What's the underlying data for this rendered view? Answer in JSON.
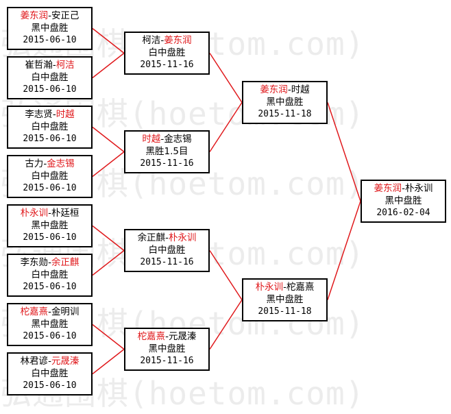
{
  "watermark": "弘通围棋(hoetom.com)",
  "colors": {
    "line": "#e0191c",
    "winner": "#e0191c",
    "border": "#000000"
  },
  "matches": {
    "r1_1": {
      "a": "姜东润",
      "b": "安正己",
      "winner": "a",
      "result": "黑中盘胜",
      "date": "2015-06-10"
    },
    "r1_2": {
      "a": "崔哲瀚",
      "b": "柯洁",
      "winner": "b",
      "result": "白中盘胜",
      "date": "2015-06-10"
    },
    "r1_3": {
      "a": "李志贤",
      "b": "时越",
      "winner": "b",
      "result": "白中盘胜",
      "date": "2015-06-10"
    },
    "r1_4": {
      "a": "古力",
      "b": "金志锡",
      "winner": "b",
      "result": "白中盘胜",
      "date": "2015-06-10"
    },
    "r1_5": {
      "a": "朴永训",
      "b": "朴廷桓",
      "winner": "a",
      "result": "黑中盘胜",
      "date": "2015-06-10"
    },
    "r1_6": {
      "a": "李东勋",
      "b": "余正麒",
      "winner": "b",
      "result": "白中盘胜",
      "date": "2015-06-10"
    },
    "r1_7": {
      "a": "柁嘉熹",
      "b": "金明训",
      "winner": "a",
      "result": "黑中盘胜",
      "date": "2015-06-10"
    },
    "r1_8": {
      "a": "林君谚",
      "b": "元晟溱",
      "winner": "b",
      "result": "白中盘胜",
      "date": "2015-06-10"
    },
    "r2_1": {
      "a": "柯洁",
      "b": "姜东润",
      "winner": "b",
      "result": "白中盘胜",
      "date": "2015-11-16"
    },
    "r2_2": {
      "a": "时越",
      "b": "金志锡",
      "winner": "a",
      "result": "黑胜1.5目",
      "date": "2015-11-16"
    },
    "r2_3": {
      "a": "余正麒",
      "b": "朴永训",
      "winner": "b",
      "result": "白中盘胜",
      "date": "2015-11-16"
    },
    "r2_4": {
      "a": "柁嘉熹",
      "b": "元晟溱",
      "winner": "a",
      "result": "黑中盘胜",
      "date": "2015-11-16"
    },
    "r3_1": {
      "a": "姜东润",
      "b": "时越",
      "winner": "a",
      "result": "黑中盘胜",
      "date": "2015-11-18"
    },
    "r3_2": {
      "a": "朴永训",
      "b": "柁嘉熹",
      "winner": "a",
      "result": "黑中盘胜",
      "date": "2015-11-18"
    },
    "final": {
      "a": "姜东润",
      "b": "朴永训",
      "winner": "a",
      "result": "黑中盘胜",
      "date": "2016-02-04"
    }
  }
}
